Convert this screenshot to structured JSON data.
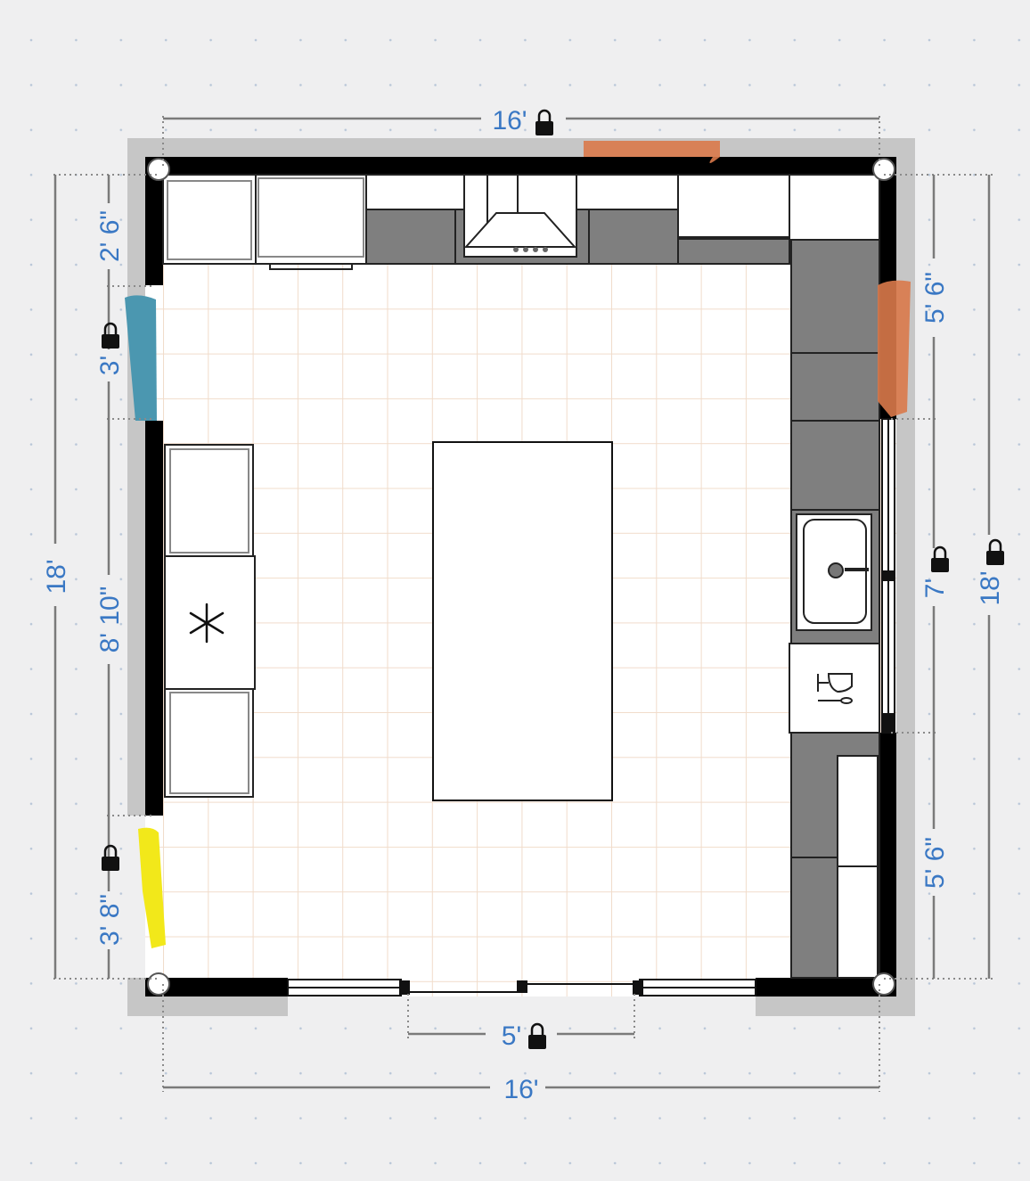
{
  "plan": {
    "title": "Kitchen floor plan",
    "dimensions": {
      "top_width": "16'",
      "bottom_width": "16'",
      "door_width": "5'",
      "left_total": "18'",
      "right_total": "18'",
      "left_segments": [
        "2' 6\"",
        "3'",
        "8' 10\"",
        "3' 8\""
      ],
      "right_segments": [
        "5' 6\"",
        "7'",
        "5' 6\""
      ]
    },
    "markers": {
      "orange": "#d9794a",
      "blue": "#4b97b0",
      "yellow": "#f2e81a"
    },
    "dimension_color": "#3a78c4"
  }
}
